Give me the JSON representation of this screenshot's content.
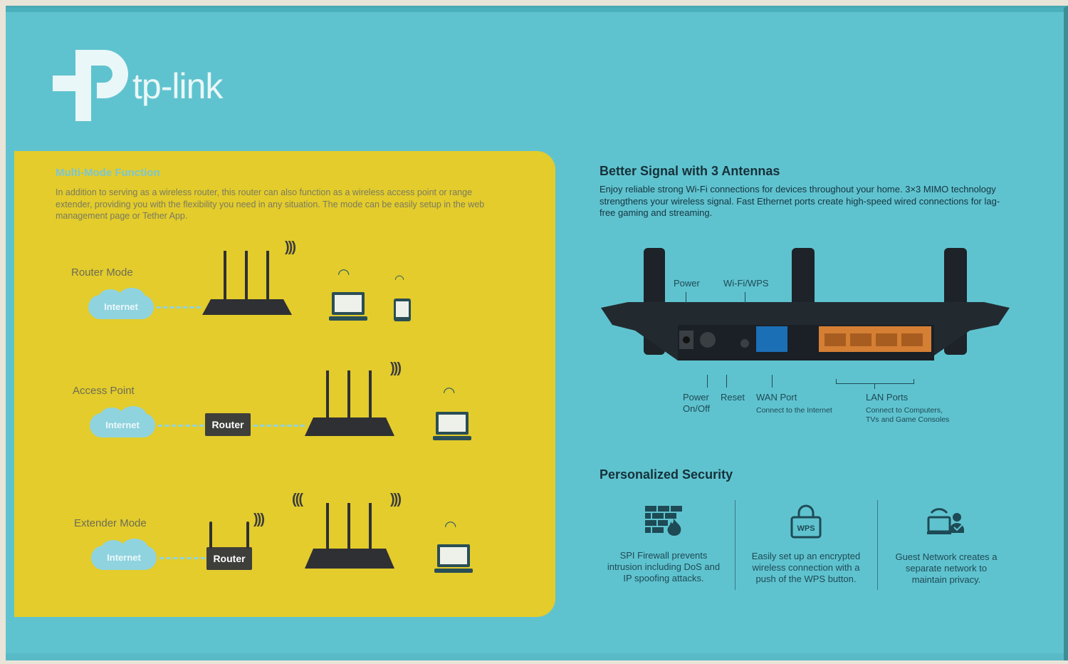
{
  "brand": {
    "name": "tp-link"
  },
  "colors": {
    "box": "#5fc3cf",
    "panel": "#e3cc2c",
    "accent": "#8fd3df",
    "dark": "#15313a"
  },
  "multimode": {
    "title": "Multi-Mode Function",
    "description": "In addition to serving as a wireless router, this router can also function as a wireless access point or range extender, providing you with the flexibility you need in any situation. The mode can be easily setup in the  web management page or Tether App.",
    "modes": [
      {
        "label": "Router Mode",
        "cloud": "Internet"
      },
      {
        "label": "Access Point",
        "cloud": "Internet",
        "router": "Router"
      },
      {
        "label": "Extender Mode",
        "cloud": "Internet",
        "router": "Router"
      }
    ]
  },
  "signal": {
    "title": "Better Signal with 3 Antennas",
    "description": "Enjoy reliable strong Wi-Fi connections for devices throughout your home. 3×3 MIMO technology strengthens your wireless signal. Fast Ethernet ports create high-speed wired connections for lag-free gaming and streaming.",
    "top_labels": {
      "power": "Power",
      "wifi_wps": "Wi-Fi/WPS"
    },
    "ports": {
      "power_onoff": "Power\nOn/Off",
      "reset": "Reset",
      "wan": "WAN Port",
      "wan_sub": "Connect to the Internet",
      "lan": "LAN Ports",
      "lan_sub": "Connect to Computers,\nTVs and Game Consoles"
    }
  },
  "security": {
    "title": "Personalized Security",
    "items": [
      {
        "icon": "firewall-icon",
        "text": "SPI Firewall prevents intrusion including DoS and IP spoofing attacks."
      },
      {
        "icon": "lock-wps-icon",
        "badge": "WPS",
        "text": "Easily set up an encrypted wireless connection with a push of the WPS button."
      },
      {
        "icon": "guest-network-icon",
        "text": "Guest Network creates a separate network to maintain privacy."
      }
    ]
  }
}
